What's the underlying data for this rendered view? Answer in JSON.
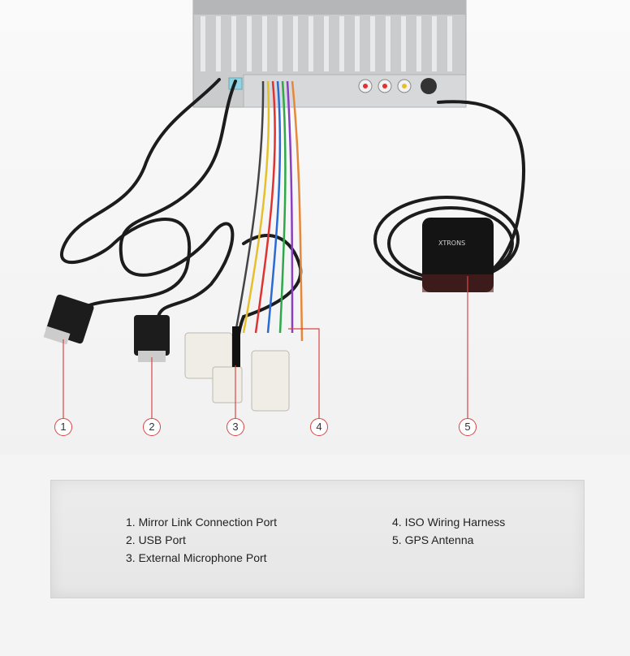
{
  "markers": [
    "1",
    "2",
    "3",
    "4",
    "5"
  ],
  "legend": {
    "left": [
      "1. Mirror Link Connection Port",
      "2. USB Port",
      "3. External Microphone Port"
    ],
    "right": [
      "4. ISO Wiring Harness",
      "5. GPS Antenna"
    ]
  },
  "brand_logo_text": "XTRONS",
  "colors": {
    "marker_ring": "#d94545",
    "cable": "#1c1c1c",
    "leader_line": "#d94545"
  }
}
